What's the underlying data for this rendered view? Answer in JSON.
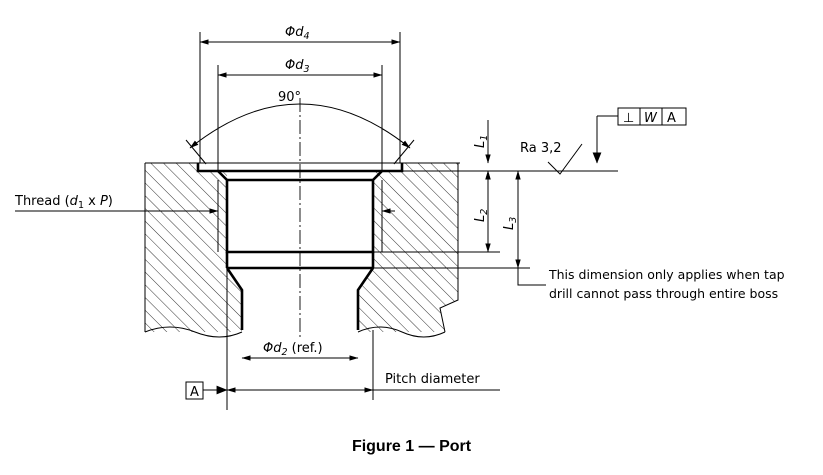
{
  "labels": {
    "d4_sym": "Φd",
    "d4_sub": "4",
    "d3_sym": "Φd",
    "d3_sub": "3",
    "angle": "90°",
    "l1_sym": "L",
    "l1_sub": "1",
    "l2_sym": "L",
    "l2_sub": "2",
    "l3_sym": "L",
    "l3_sub": "3",
    "ra": "Ra 3,2",
    "tol_perp": "⊥",
    "tol_w": "W",
    "tol_a": "A",
    "thread_pre": "Thread (",
    "thread_d": "d",
    "thread_sub": "1",
    "thread_x": " x ",
    "thread_p": "P",
    "thread_post": ")",
    "d2_sym": "Φd",
    "d2_sub": "2",
    "d2_ref": " (ref.)",
    "datum": "A",
    "pitch": "Pitch diameter",
    "note_line1": "This dimension only applies when tap",
    "note_line2": "drill cannot pass through entire boss"
  },
  "caption": "Figure 1 — Port"
}
